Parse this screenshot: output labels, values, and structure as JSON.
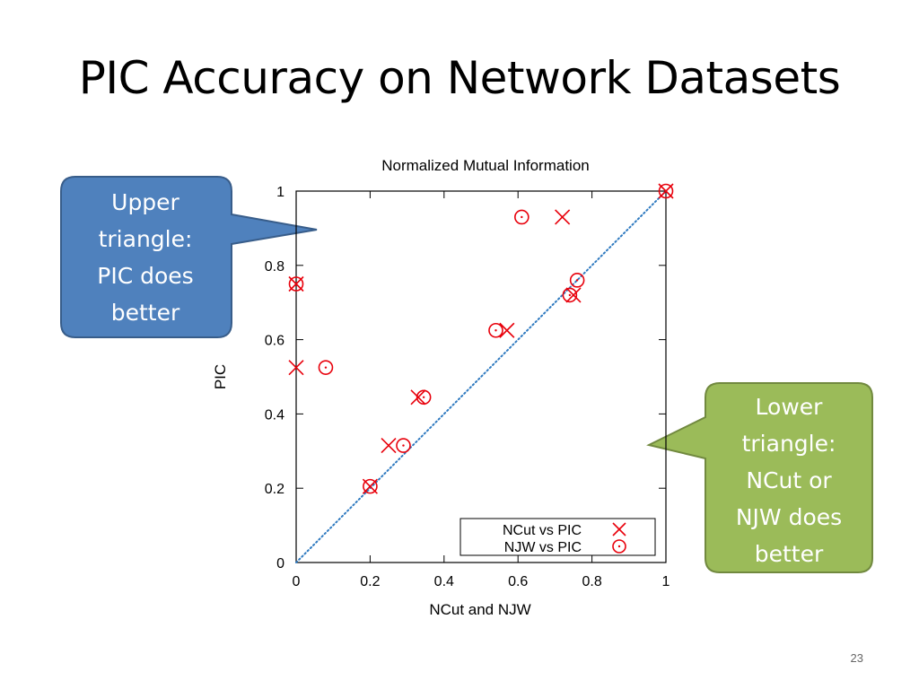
{
  "slide": {
    "title": "PIC Accuracy on Network Datasets",
    "page_number": "23"
  },
  "callouts": {
    "upper": {
      "lines": [
        "Upper",
        "triangle:",
        "PIC does",
        "better"
      ],
      "fill": "#4f81bd",
      "stroke": "#385d8a"
    },
    "lower": {
      "lines": [
        "Lower",
        "triangle:",
        "NCut or",
        "NJW does",
        "better"
      ],
      "fill": "#9bbb59",
      "stroke": "#71893f"
    }
  },
  "chart_data": {
    "type": "scatter",
    "title": "Normalized Mutual Information",
    "xlabel": "NCut and NJW",
    "ylabel": "PIC",
    "xlim": [
      0,
      1
    ],
    "ylim": [
      0,
      1
    ],
    "xticks": [
      "0",
      "0.2",
      "0.4",
      "0.6",
      "0.8",
      "1"
    ],
    "yticks": [
      "0",
      "0.2",
      "0.4",
      "0.6",
      "0.8",
      "1"
    ],
    "grid": false,
    "legend_position": "bottom-right",
    "diagonal_reference": true,
    "marker_color": "#e8000b",
    "diagonal_color": "#2f7ac0",
    "series": [
      {
        "name": "NCut vs PIC",
        "marker": "cross",
        "points": [
          [
            1.0,
            1.0
          ],
          [
            0.72,
            0.93
          ],
          [
            0.0,
            0.75
          ],
          [
            0.75,
            0.72
          ],
          [
            0.57,
            0.625
          ],
          [
            0.0,
            0.525
          ],
          [
            0.25,
            0.315
          ],
          [
            0.33,
            0.445
          ],
          [
            0.2,
            0.205
          ]
        ]
      },
      {
        "name": "NJW vs PIC",
        "marker": "circle",
        "points": [
          [
            1.0,
            1.0
          ],
          [
            0.61,
            0.93
          ],
          [
            0.0,
            0.75
          ],
          [
            0.76,
            0.76
          ],
          [
            0.74,
            0.72
          ],
          [
            0.54,
            0.625
          ],
          [
            0.08,
            0.525
          ],
          [
            0.345,
            0.445
          ],
          [
            0.29,
            0.315
          ],
          [
            0.2,
            0.205
          ]
        ]
      }
    ]
  }
}
